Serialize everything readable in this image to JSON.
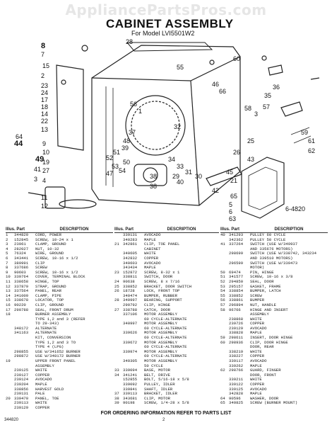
{
  "watermark": "AppliancePartsPros.com",
  "title": "CABINET ASSEMBLY",
  "subtitle": "For Model LVI5501W2",
  "diagram": {
    "callouts": [
      "28",
      "7",
      "15",
      "2",
      "23",
      "24",
      "17",
      "18",
      "14",
      "22",
      "13",
      "55",
      "60",
      "56",
      "1",
      "32",
      "37",
      "48",
      "39",
      "51",
      "49",
      "52",
      "50",
      "53",
      "54",
      "47",
      "41",
      "3",
      "9",
      "10",
      "19",
      "27",
      "4",
      "8",
      "11",
      "12",
      "64",
      "44",
      "38",
      "38",
      "29",
      "40",
      "33",
      "31",
      "30",
      "34",
      "46",
      "66",
      "58",
      "3",
      "57",
      "26",
      "42",
      "21",
      "25",
      "35",
      "36",
      "45",
      "43",
      "59",
      "61",
      "62",
      "65",
      "5",
      "6",
      "63"
    ],
    "figure_code": "6-4820"
  },
  "parts_header": {
    "ill": "Illus. Part",
    "no": "No.",
    "desc": "DESCRIPTION"
  },
  "columns": [
    [
      [
        "1",
        "344820",
        "CORD, POWER"
      ],
      [
        "2",
        "152845",
        "SCREW, 10-24 x 1"
      ],
      [
        "3",
        "23961",
        "CLAMP, GROUND"
      ],
      [
        "4",
        "282027",
        "NUT, 10-32"
      ],
      [
        "5",
        "76324",
        "WIRE, GROUND"
      ],
      [
        "6",
        "343441",
        "SCREW, 10-16 x 1/2"
      ],
      [
        "7",
        "389991",
        "CLIP"
      ],
      [
        "8",
        "337686",
        "SCREW"
      ],
      [
        "9",
        "90603",
        "SCREW, 10-16 x 1/2"
      ],
      [
        "10",
        "339764",
        "COVER, TERMINAL BLOCK"
      ],
      [
        "11",
        "338658",
        "HINGE, TOP"
      ],
      [
        "12",
        "337879",
        "STRAP, GROUND"
      ],
      [
        "13",
        "337564",
        "PANEL, REAR"
      ],
      [
        "14",
        "341009",
        "CLAMP, PIPE"
      ],
      [
        "15",
        "338678",
        "LOCATOR, TOP"
      ],
      [
        "16",
        "90220",
        "CLIP, GROUND"
      ],
      [
        "17",
        "290788",
        "SEAL, FRONT DRUM"
      ],
      [
        "18",
        "",
        "BURNER ASSEMBLY"
      ],
      [
        "",
        "",
        "TYPE 1,2 and 3 (REFER"
      ],
      [
        "",
        "",
        "TO 29-343)"
      ],
      [
        "",
        "348172",
        "ALTERNATE"
      ],
      [
        "",
        "341163",
        "ALTERNATE"
      ],
      [
        "",
        "",
        "KIT, CONVERSION"
      ],
      [
        "",
        "",
        "TYPE 1,2 and 3 TO"
      ],
      [
        "",
        "",
        "TYPE 4 (LPG)"
      ],
      [
        "",
        "298855",
        "USE W/341652 BURNER"
      ],
      [
        "",
        "298872",
        "USE W/348172 BURNER"
      ],
      [
        "19",
        "",
        "UPPER FRONT PANEL"
      ],
      [
        "",
        "",
        "ASSEMBLY"
      ],
      [
        "",
        "239125",
        "WHITE"
      ],
      [
        "",
        "239127",
        "COPPER"
      ],
      [
        "",
        "239124",
        "AVOCADO"
      ],
      [
        "",
        "239204",
        "MAPLE"
      ],
      [
        "",
        "338856",
        "HARVEST GOLD"
      ],
      [
        "",
        "239131",
        "PALE"
      ],
      [
        "20",
        "339470",
        "PANEL, TOE"
      ],
      [
        "",
        "239113",
        "WHITE"
      ],
      [
        "",
        "239129",
        "COPPER"
      ]
    ],
    [
      [
        "",
        "339131",
        "AVOCADO"
      ],
      [
        "",
        "340283",
        "MAPLE"
      ],
      [
        "21",
        "342861",
        "CLIP, TOE PANEL"
      ],
      [
        "",
        "",
        "CABINET"
      ],
      [
        "",
        "340605",
        "WHITE"
      ],
      [
        "",
        "342832",
        "COPPER"
      ],
      [
        "",
        "340603",
        "AVOCADO"
      ],
      [
        "",
        "343434",
        "MAPLE"
      ],
      [
        "23",
        "152872",
        "SCREW, 8-32 x 1"
      ],
      [
        "",
        "338811",
        "SWITCH, DOOR"
      ],
      [
        "24",
        "90638",
        "SCREW, 8 x 7/16"
      ],
      [
        "25",
        "338852",
        "BRACKET, DOOR SWITCH"
      ],
      [
        "26",
        "18728",
        "LOCK, FRONT TOP"
      ],
      [
        "",
        "340474",
        "BUMPER, RUBBER"
      ],
      [
        "28",
        "340997",
        "BEARING, SUPPORT"
      ],
      [
        "",
        "290792",
        "CLIP, HINGE"
      ],
      [
        "27",
        "338788",
        "CATCH, DOOR"
      ],
      [
        "",
        "337106",
        "MOTOR ASSEMBLY"
      ],
      [
        "",
        "",
        "60 CYCLE-ALTERNATE"
      ],
      [
        "",
        "340997",
        "MOTOR ASSEMBLY"
      ],
      [
        "",
        "",
        "60 CYCLE-ALTERNATE"
      ],
      [
        "",
        "339626",
        "MOTOR ASSEMBLY"
      ],
      [
        "",
        "",
        "60 CYCLE-ALTERNATE"
      ],
      [
        "",
        "339672",
        "MOTOR ASSEMBLY"
      ],
      [
        "",
        "",
        "60 CYCLE-ALTERNATE"
      ],
      [
        "",
        "339974",
        "MOTOR ASSEMBLY"
      ],
      [
        "",
        "",
        "60 CYCLE-ALTERNATE"
      ],
      [
        "",
        "340305",
        "MOTOR ASSEMBLY"
      ],
      [
        "",
        "",
        "50 CYCLE"
      ],
      [
        "33",
        "339094",
        "BASE, MOTOR"
      ],
      [
        "34",
        "341241",
        "BELT, DRIVE"
      ],
      [
        "",
        "152855",
        "BOLT, 5/16-18 x 5/8"
      ],
      [
        "",
        "339092",
        "PULLEY, IDLER"
      ],
      [
        "",
        "339841",
        "SHAFT, IDLER"
      ],
      [
        "37",
        "339113",
        "BRACKET, IDLER"
      ],
      [
        "38",
        "343681",
        "CLIP, MOTOR"
      ],
      [
        "39",
        "90198",
        "SCREW, 1/4-28 x 5/8"
      ]
    ],
    [
      [
        "40",
        "341293",
        "PULLEY 60 CYCLE"
      ],
      [
        "",
        "342362",
        "PULLEY 50 CYCLE"
      ],
      [
        "41",
        "337264",
        "SWITCH (USE W/349937"
      ],
      [
        "",
        "",
        "AND 335676 MOTORS)"
      ],
      [
        "",
        "298699",
        "SWITCH (USE W/338742, 343234"
      ],
      [
        "",
        "",
        "AND 339510 MOTORS)"
      ],
      [
        "",
        "296599",
        "SWITCH (USE W/339473"
      ],
      [
        "",
        "",
        "MOTOR)"
      ],
      [
        "50",
        "69474",
        "PIN, HINGE"
      ],
      [
        "51",
        "341577",
        "SCREW, 10-16 x 3/8"
      ],
      [
        "52",
        "294850",
        "SEAL, DOOR"
      ],
      [
        "53",
        "295157",
        "GASKET, FRAME"
      ],
      [
        "54",
        "338854",
        "BUMPER, LATCH"
      ],
      [
        "55",
        "338852",
        "SCREW"
      ],
      [
        "56",
        "338861",
        "BUMPER"
      ],
      [
        "57",
        "296894",
        "NUT, HANDLE"
      ],
      [
        "58",
        "96766",
        "HINGE AND INSERT"
      ],
      [
        "",
        "",
        "ASSEMBLY"
      ],
      [
        "",
        "238868",
        "WHITE"
      ],
      [
        "",
        "239726",
        "COPPER"
      ],
      [
        "",
        "239129",
        "AVOCADO"
      ],
      [
        "",
        "338828",
        "MAPLE"
      ],
      [
        "59",
        "298611",
        "INSERT, DOOR HINGE"
      ],
      [
        "60",
        "298936",
        "CLIP, DOOR HINGE"
      ],
      [
        "",
        "",
        "DOOR, REAR"
      ],
      [
        "",
        "338219",
        "WHITE"
      ],
      [
        "",
        "338227",
        "COPPER"
      ],
      [
        "",
        "339117",
        "AVOCADO"
      ],
      [
        "",
        "339262",
        "MAPLE"
      ],
      [
        "62",
        "298766",
        "GUARD, FINGER"
      ],
      [
        "",
        "",
        "DOOR, FRONT"
      ],
      [
        "",
        "339211",
        "WHITE"
      ],
      [
        "",
        "339122",
        "COPPER"
      ],
      [
        "",
        "339125",
        "AVOCADO"
      ],
      [
        "",
        "342828",
        "MAPLE"
      ],
      [
        "64",
        "90596",
        "WASHER, DOOR"
      ],
      [
        "65",
        "340825",
        "SCREW (BURNER MOUNT)"
      ]
    ]
  ],
  "footer": "FOR ORDERING INFORMATION REFER TO PARTS LIST",
  "code": "344820",
  "page": "2"
}
